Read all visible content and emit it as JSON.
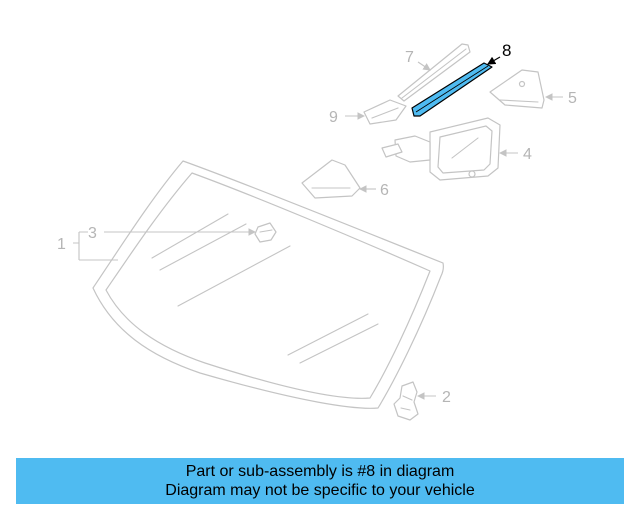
{
  "diagram": {
    "highlight_color": "#4fbbf1",
    "callouts": {
      "c1": "1",
      "c2": "2",
      "c3": "3",
      "c4": "4",
      "c5": "5",
      "c6": "6",
      "c7": "7",
      "c8": "8",
      "c9": "9"
    },
    "highlighted_part": "8"
  },
  "banner": {
    "line1": "Part or sub-assembly is #8 in diagram",
    "line2": "Diagram may not be specific to your vehicle",
    "background": "#4fbbf1"
  }
}
